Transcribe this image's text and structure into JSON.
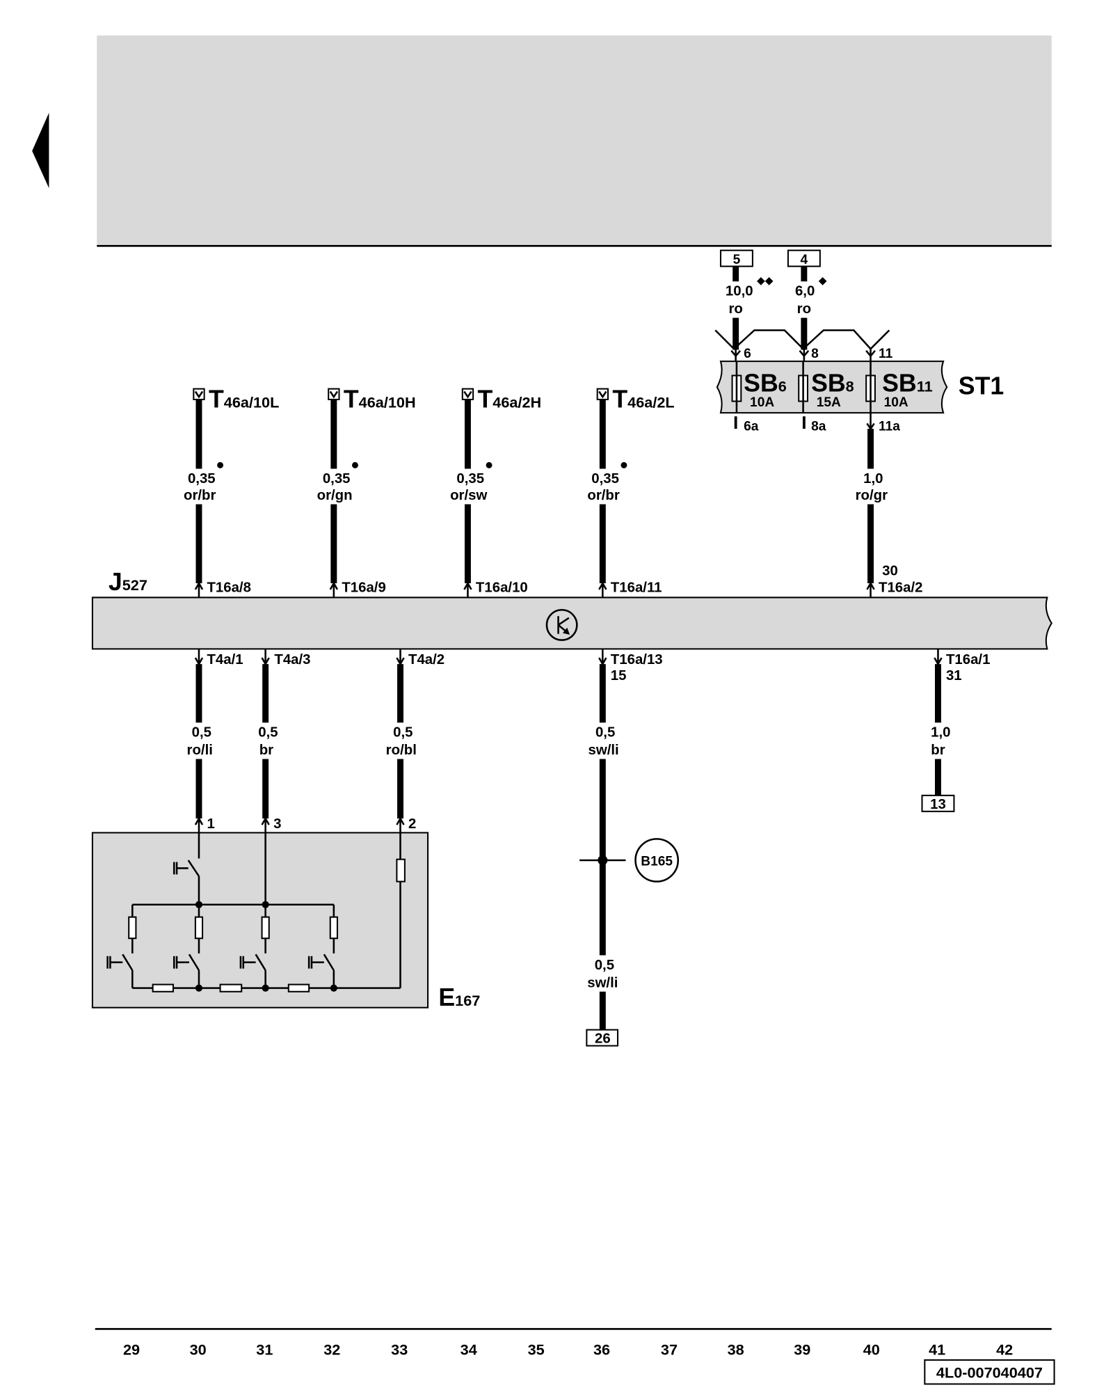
{
  "colors": {
    "panel": "#d9d9d9",
    "wire": "#000000",
    "background": "#ffffff"
  },
  "supply": [
    {
      "connector": "5",
      "size": "10,0",
      "wire_color": "ro",
      "marker": "◆◆"
    },
    {
      "connector": "4",
      "size": "6,0",
      "wire_color": "ro",
      "marker": "◆"
    }
  ],
  "fuse_holder": {
    "label": "ST1",
    "fuses": [
      {
        "name": "SB",
        "number": "6",
        "rating": "10A",
        "in_pin": "6",
        "out_pin": "6a"
      },
      {
        "name": "SB",
        "number": "8",
        "rating": "15A",
        "in_pin": "8",
        "out_pin": "8a"
      },
      {
        "name": "SB",
        "number": "11",
        "rating": "10A",
        "in_pin": "11",
        "out_pin": "11a"
      }
    ]
  },
  "feed_wire": {
    "size": "1,0",
    "wire_color": "ro/gr",
    "terminal": "30",
    "pin": "T16a/2"
  },
  "can_lines": [
    {
      "connector": "T",
      "connector_pin": "46a/10L",
      "size": "0,35",
      "wire_color": "or/br",
      "pin": "T16a/8"
    },
    {
      "connector": "T",
      "connector_pin": "46a/10H",
      "size": "0,35",
      "wire_color": "or/gn",
      "pin": "T16a/9"
    },
    {
      "connector": "T",
      "connector_pin": "46a/2H",
      "size": "0,35",
      "wire_color": "or/sw",
      "pin": "T16a/10"
    },
    {
      "connector": "T",
      "connector_pin": "46a/2L",
      "size": "0,35",
      "wire_color": "or/br",
      "pin": "T16a/11"
    }
  ],
  "control_unit": {
    "letter": "J",
    "number": "527"
  },
  "switch_lines": [
    {
      "pin": "T4a/1",
      "size": "0,5",
      "wire_color": "ro/li",
      "module_pin": "1"
    },
    {
      "pin": "T4a/3",
      "size": "0,5",
      "wire_color": "br",
      "module_pin": "3"
    },
    {
      "pin": "T4a/2",
      "size": "0,5",
      "wire_color": "ro/bl",
      "module_pin": "2"
    }
  ],
  "ignition_line": {
    "pin": "T16a/13",
    "terminal": "15",
    "size": "0,5",
    "wire_color": "sw/li",
    "splice": "B165",
    "size_after": "0,5",
    "wire_color_after": "sw/li",
    "reference": "26"
  },
  "ground_line": {
    "pin": "T16a/1",
    "terminal": "31",
    "size": "1,0",
    "wire_color": "br",
    "reference": "13"
  },
  "switch_module": {
    "letter": "E",
    "number": "167"
  },
  "footer": {
    "columns": [
      "29",
      "30",
      "31",
      "32",
      "33",
      "34",
      "35",
      "36",
      "37",
      "38",
      "39",
      "40",
      "41",
      "42"
    ],
    "document_id": "4L0-007040407"
  }
}
